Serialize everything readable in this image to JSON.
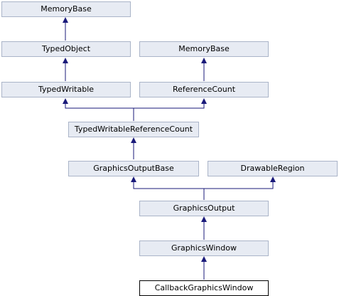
{
  "nodes": {
    "memorybase_top": "MemoryBase",
    "typed_object": "TypedObject",
    "memorybase_right": "MemoryBase",
    "typed_writable": "TypedWritable",
    "reference_count": "ReferenceCount",
    "typed_writable_reference_count": "TypedWritableReferenceCount",
    "graphics_output_base": "GraphicsOutputBase",
    "drawable_region": "DrawableRegion",
    "graphics_output": "GraphicsOutput",
    "graphics_window": "GraphicsWindow",
    "callback_graphics_window": "CallbackGraphicsWindow"
  },
  "colors": {
    "node_fill": "#e7ebf3",
    "node_border": "#aab4c8",
    "edge": "#1a1a7a",
    "current_border": "#000000"
  }
}
